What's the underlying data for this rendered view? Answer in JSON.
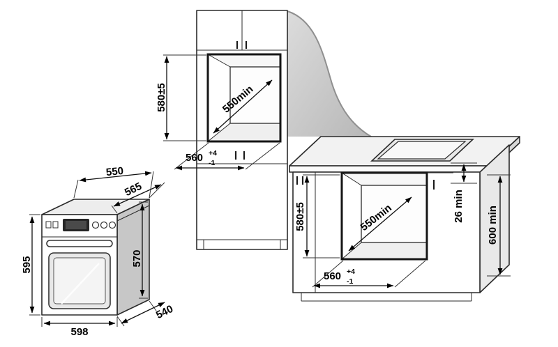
{
  "diagram": {
    "oven": {
      "top_width": "550",
      "top_depth": "565",
      "body_height": "570",
      "front_height": "595",
      "front_width": "598",
      "body_depth": "540"
    },
    "column_niche": {
      "height": "580±5",
      "depth": "550min",
      "width": "560",
      "width_tol_plus": "+4",
      "width_tol_minus": "-1"
    },
    "base_niche": {
      "height": "580±5",
      "depth": "550min",
      "width": "560",
      "width_tol_plus": "+4",
      "width_tol_minus": "-1",
      "hob_clearance": "26 min",
      "worktop_height": "600 min"
    }
  }
}
